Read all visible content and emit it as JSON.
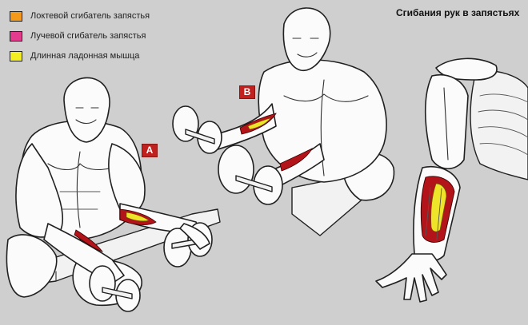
{
  "title": "Сгибания рук в запястьях",
  "legend": [
    {
      "label": "Локтевой сгибатель запястья",
      "color": "#f39a1a"
    },
    {
      "label": "Лучевой сгибатель запястья",
      "color": "#e33b8e"
    },
    {
      "label": "Длинная ладонная мышца",
      "color": "#f2ee22"
    }
  ],
  "badges": {
    "a": "A",
    "b": "B"
  },
  "muscle_colors": {
    "red": "#b3141a",
    "yellow": "#eee52a"
  }
}
